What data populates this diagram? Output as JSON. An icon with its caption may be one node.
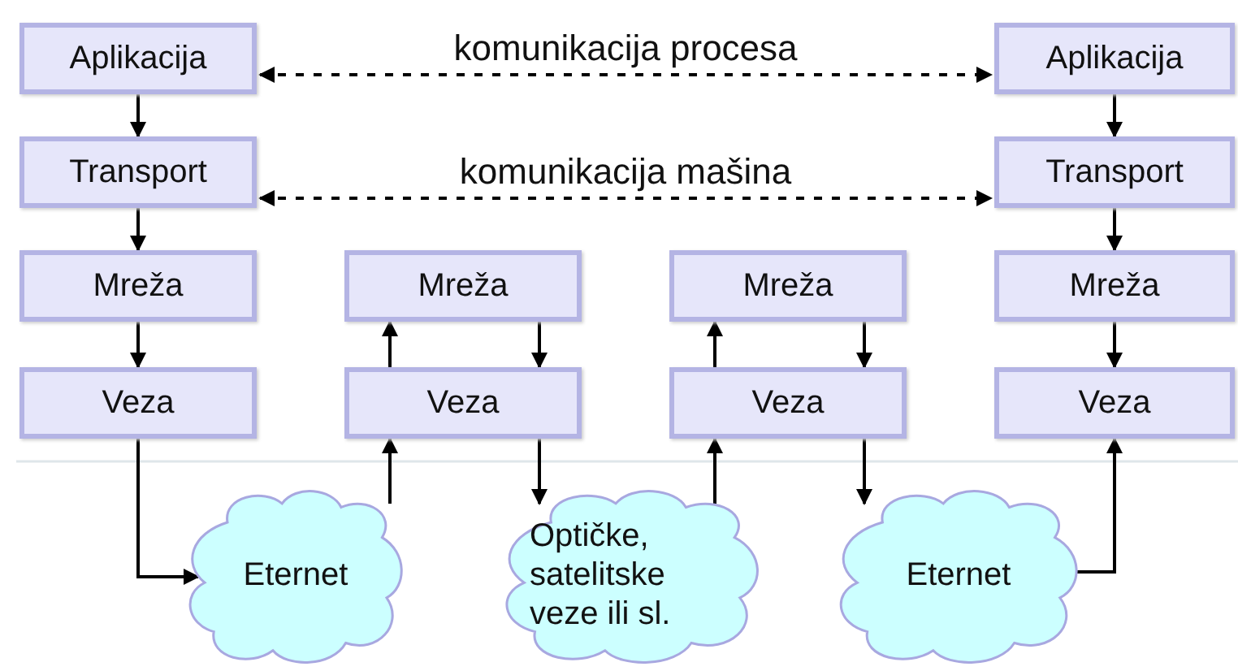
{
  "diagram": {
    "nodes": [
      {
        "text": [
          "Aplikacija"
        ]
      },
      {
        "text": [
          "Aplikacija"
        ]
      },
      {
        "text": [
          "Transport"
        ]
      },
      {
        "text": [
          "Transport"
        ]
      },
      {
        "text": [
          "Mreža"
        ]
      },
      {
        "text": [
          "Mreža"
        ]
      },
      {
        "text": [
          "Mreža"
        ]
      },
      {
        "text": [
          "Mreža"
        ]
      },
      {
        "text": [
          "Veza"
        ]
      },
      {
        "text": [
          "Veza"
        ]
      },
      {
        "text": [
          "Veza"
        ]
      },
      {
        "text": [
          "Veza"
        ]
      },
      {
        "text": [
          "Eternet"
        ]
      },
      {
        "text": [
          "Optičke, satelitske veze ili sl."
        ]
      },
      {
        "text": [
          "Eternet"
        ]
      }
    ],
    "edges": [
      {
        "from": 0,
        "to": 1,
        "arrow": "both",
        "style": "dashed",
        "label": "komunikacija procesa"
      },
      {
        "from": 2,
        "to": 3,
        "arrow": "both",
        "style": "dashed",
        "label": "komunikacija mašina"
      },
      {
        "from": 0,
        "to": 2,
        "arrow": "to"
      },
      {
        "from": 1,
        "to": 3,
        "arrow": "to"
      },
      {
        "from": 2,
        "to": 4,
        "arrow": "to"
      },
      {
        "from": 3,
        "to": 7,
        "arrow": "to"
      },
      {
        "from": 4,
        "to": 8,
        "arrow": "to"
      },
      {
        "from": 9,
        "to": 5,
        "arrow": "to"
      },
      {
        "from": 5,
        "to": 9,
        "arrow": "to"
      },
      {
        "from": 10,
        "to": 6,
        "arrow": "to"
      },
      {
        "from": 6,
        "to": 10,
        "arrow": "to"
      },
      {
        "from": 7,
        "to": 11,
        "arrow": "to"
      },
      {
        "from": 8,
        "to": 12,
        "arrow": "to"
      },
      {
        "from": 12,
        "to": 9,
        "arrow": "to"
      },
      {
        "from": 9,
        "to": 13,
        "arrow": "to"
      },
      {
        "from": 13,
        "to": 10,
        "arrow": "to"
      },
      {
        "from": 10,
        "to": 14,
        "arrow": "to"
      },
      {
        "from": 14,
        "to": 11,
        "arrow": "to"
      }
    ]
  }
}
